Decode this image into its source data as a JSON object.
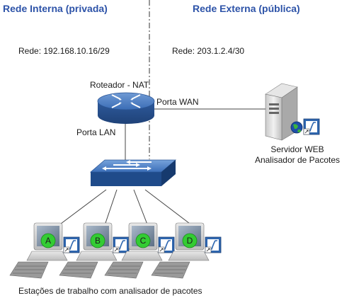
{
  "headers": {
    "internal": "Rede Interna (privada)",
    "external": "Rede Externa (pública)"
  },
  "networks": {
    "internal_label": "Rede: 192.168.10.16/29",
    "external_label": "Rede: 203.1.2.4/30"
  },
  "router": {
    "label": "Roteador - NAT",
    "port_wan": "Porta WAN",
    "port_lan": "Porta LAN",
    "icon": "router-icon"
  },
  "switch": {
    "icon": "switch-icon"
  },
  "server": {
    "line1": "Servidor WEB",
    "line2": "Analisador de Pacotes",
    "icon": "server-icon"
  },
  "stations": {
    "caption": "Estações de trabalho com analisador de pacotes",
    "items": [
      "A",
      "B",
      "C",
      "D"
    ]
  },
  "colors": {
    "header": "#2d53a8",
    "device_blue": "#2f67b0",
    "station_badge": "#33cc33"
  }
}
